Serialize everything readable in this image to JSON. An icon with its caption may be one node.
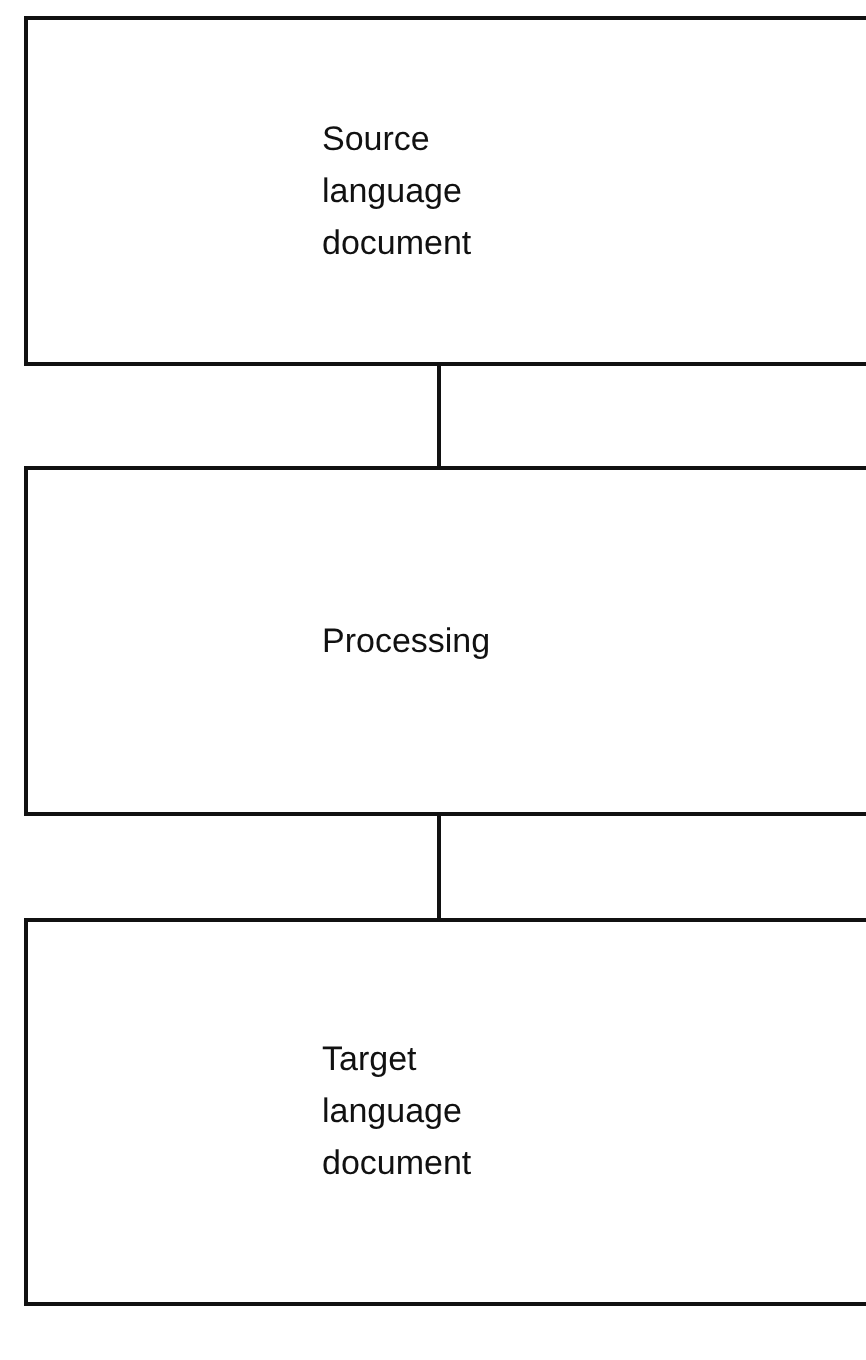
{
  "diagram": {
    "nodes": [
      {
        "text": [
          "Source language document"
        ]
      },
      {
        "text": [
          "Processing"
        ]
      },
      {
        "text": [
          "Target language document"
        ]
      }
    ],
    "edges": [
      {
        "from": 0,
        "to": 1,
        "arrow": "none"
      },
      {
        "from": 1,
        "to": 2,
        "arrow": "none"
      }
    ]
  }
}
